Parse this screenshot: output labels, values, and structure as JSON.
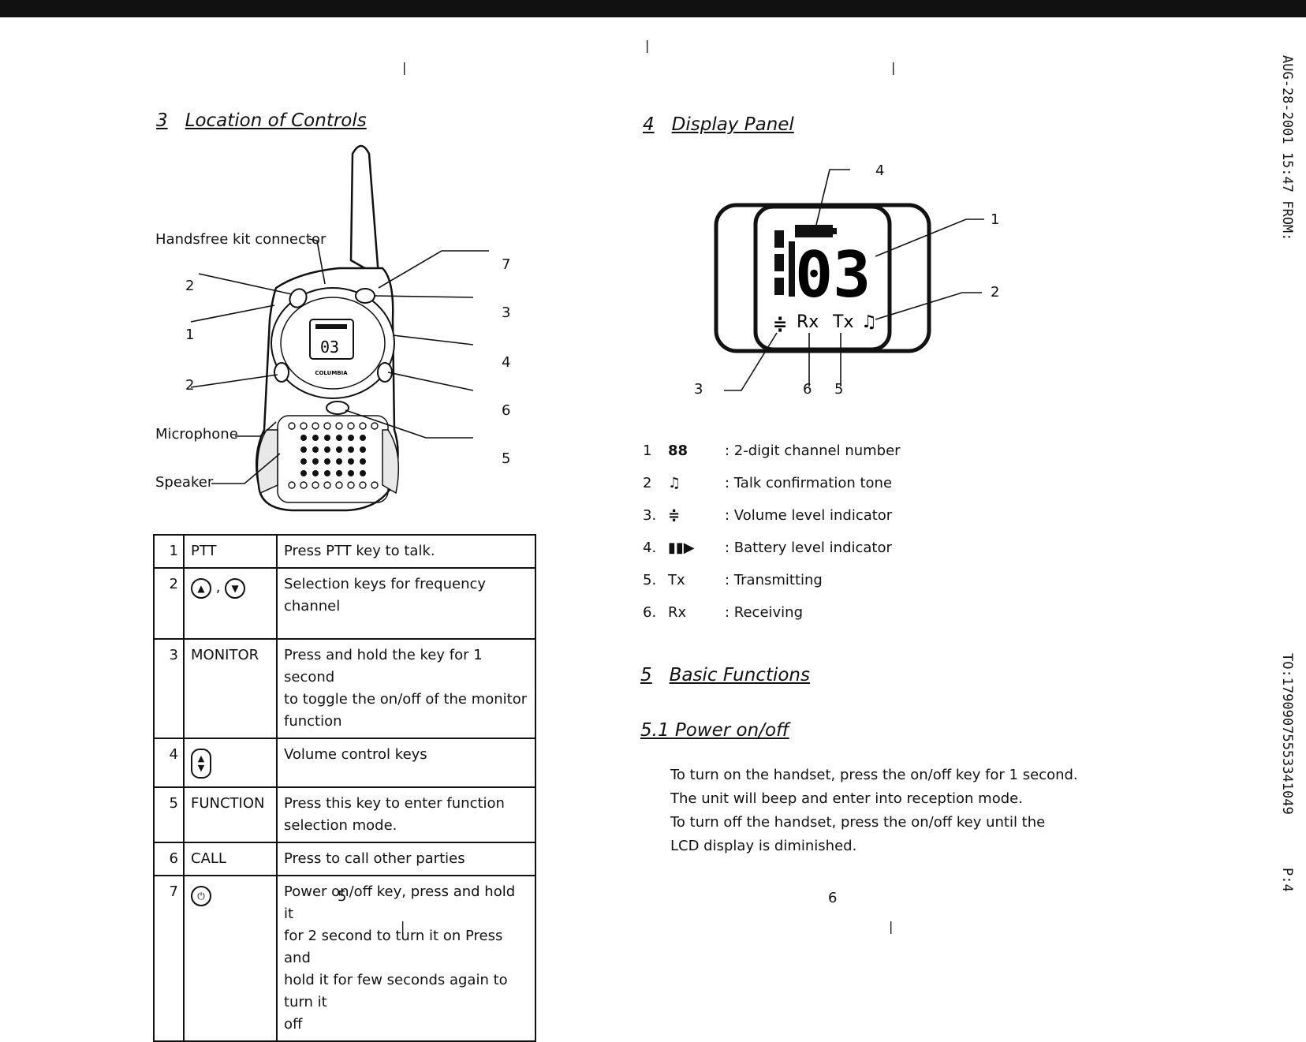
{
  "fax_header": {
    "date_time_from": "AUG-28-2001 15:47 FROM:",
    "to": "TO:17909075553341049",
    "page": "P:4"
  },
  "left_page": {
    "section_number": "3",
    "section_title": "Location of Controls",
    "callouts": {
      "handsfree": "Handsfree kit connector",
      "microphone": "Microphone",
      "speaker": "Speaker",
      "n1": "1",
      "n2a": "2",
      "n2b": "2",
      "n3": "3",
      "n4": "4",
      "n5": "5",
      "n6": "6",
      "n7": "7"
    },
    "device": {
      "lcd_digits": "03",
      "brand": "COLUMBIA"
    },
    "table": [
      {
        "num": "1",
        "key": "PTT",
        "icon": "",
        "desc": [
          "Press PTT key to talk."
        ]
      },
      {
        "num": "2",
        "key": "",
        "icon": "up-down-keys",
        "desc": [
          "Selection keys for frequency channel"
        ]
      },
      {
        "num": "3",
        "key": "MONITOR",
        "icon": "",
        "desc": [
          "Press and hold the key for 1 second",
          "to toggle the on/off of the monitor",
          "function"
        ]
      },
      {
        "num": "4",
        "key": "",
        "icon": "volume-keys",
        "desc": [
          "Volume control keys"
        ]
      },
      {
        "num": "5",
        "key": "FUNCTION",
        "icon": "",
        "desc": [
          "Press this key to enter function",
          "selection mode."
        ]
      },
      {
        "num": "6",
        "key": "CALL",
        "icon": "",
        "desc": [
          "Press to call other parties"
        ]
      },
      {
        "num": "7",
        "key": "",
        "icon": "power-key",
        "desc": [
          "Power on/off key, press and hold it",
          "for 2 second to turn it on Press and",
          "hold it for few seconds again to turn it",
          "off"
        ]
      }
    ],
    "page_number": "5"
  },
  "right_page": {
    "section4_number": "4",
    "section4_title": "Display Panel",
    "display": {
      "channel": "03",
      "rx": "Rx",
      "tx": "Tx",
      "callout_1": "1",
      "callout_2": "2",
      "callout_3": "3",
      "callout_4": "4",
      "callout_5": "5",
      "callout_6": "6"
    },
    "legend": [
      {
        "num": "1",
        "symbol": "88",
        "desc": ": 2-digit channel number"
      },
      {
        "num": "2",
        "symbol": "♫",
        "desc": ": Talk confirmation tone"
      },
      {
        "num": "3.",
        "symbol": "≑",
        "desc": ": Volume level indicator"
      },
      {
        "num": "4.",
        "symbol": "▮▮▶",
        "desc": ": Battery level indicator"
      },
      {
        "num": "5.",
        "symbol": "Tx",
        "desc": ": Transmitting"
      },
      {
        "num": "6.",
        "symbol": "Rx",
        "desc": ": Receiving"
      }
    ],
    "section5_number": "5",
    "section5_title": "Basic Functions",
    "subsection_title": "5.1 Power on/off",
    "paragraph": [
      "To turn on the handset, press the on/off key for 1 second.",
      "The unit will beep and enter into reception mode.",
      "To turn off the handset, press the on/off key until the",
      "LCD display is diminished."
    ],
    "page_number": "6"
  }
}
